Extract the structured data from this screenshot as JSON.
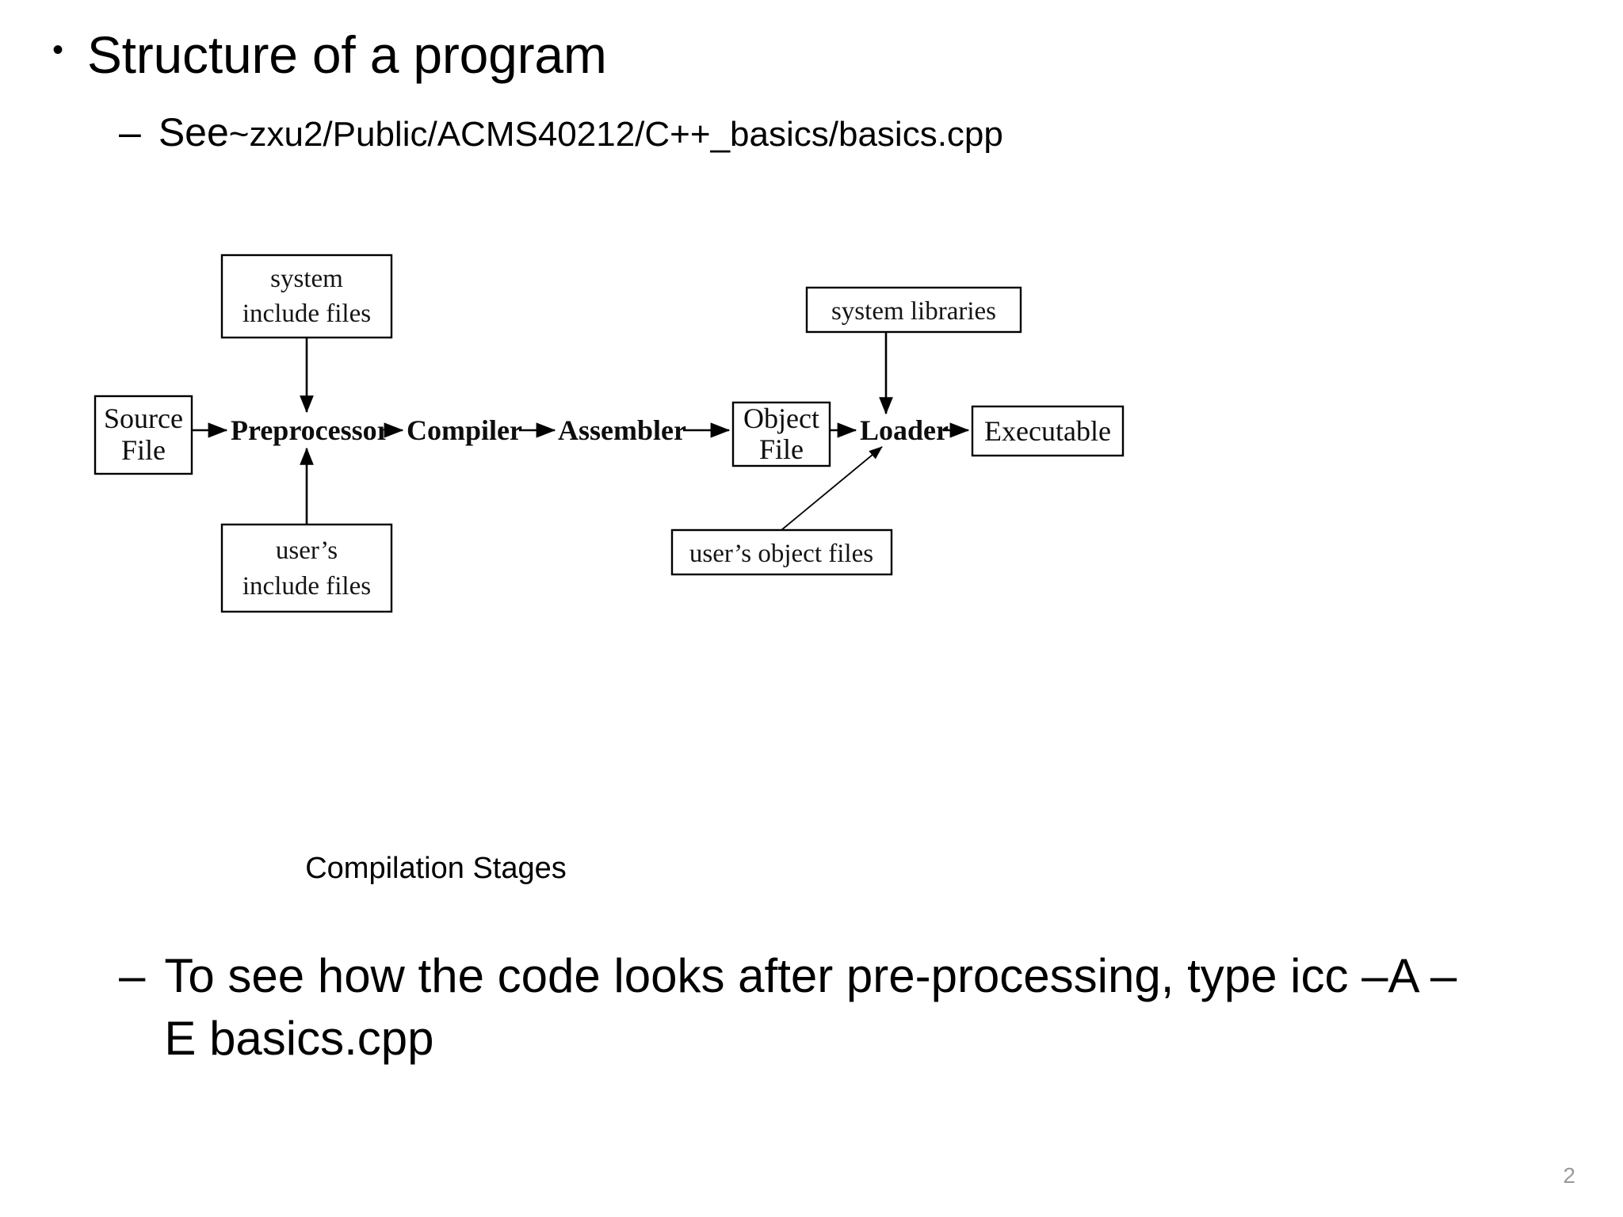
{
  "slide": {
    "page_number": "2",
    "background_color": "#ffffff",
    "text_color": "#000000",
    "page_number_color": "#9a9a9a"
  },
  "bullets": {
    "level1": {
      "marker": "•",
      "text": "Structure of a program"
    },
    "level2_first": {
      "marker": "–",
      "lead": "See ",
      "path": "~zxu2/Public/ACMS40212/C++_basics/basics.cpp"
    },
    "level2_last": {
      "marker": "–",
      "text": "To see how the code looks after pre-processing, type icc –A –E basics.cpp"
    }
  },
  "diagram": {
    "caption": "Compilation Stages",
    "boxes": [
      {
        "id": "system-include-files",
        "line1": "system",
        "line2": "include files"
      },
      {
        "id": "user-include-files",
        "line1": "user’s",
        "line2": "include files"
      },
      {
        "id": "source-file",
        "line1": "Source",
        "line2": "File"
      },
      {
        "id": "object-file",
        "line1": "Object",
        "line2": "File"
      },
      {
        "id": "executable",
        "line1": "Executable",
        "line2": ""
      },
      {
        "id": "system-libraries",
        "line1": "system libraries",
        "line2": ""
      },
      {
        "id": "user-object-files",
        "line1": "user’s object files",
        "line2": ""
      }
    ],
    "stages": [
      {
        "id": "preprocessor",
        "label": "Preprocessor"
      },
      {
        "id": "compiler",
        "label": "Compiler"
      },
      {
        "id": "assembler",
        "label": "Assembler"
      },
      {
        "id": "loader",
        "label": "Loader"
      }
    ]
  }
}
